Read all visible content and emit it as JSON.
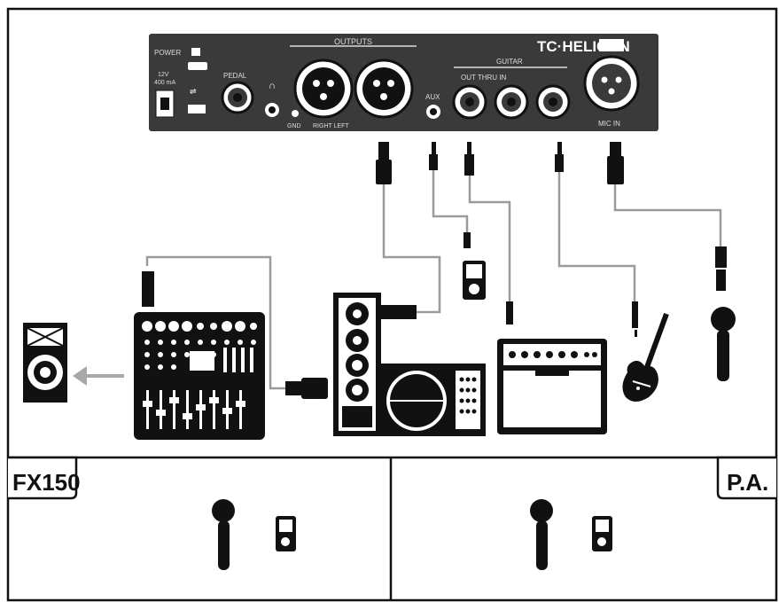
{
  "device": {
    "brand": "TC·HELICON",
    "power_label": "POWER",
    "power_volts": "12V",
    "power_current": "400 mA",
    "pedal_label": "PEDAL",
    "gnd_label": "GND",
    "outputs_label": "OUTPUTS",
    "outputs_sub": "RIGHT LEFT",
    "aux_label": "AUX",
    "guitar_label": "GUITAR",
    "guitar_sub": "OUT THRU IN",
    "mic_in_label": "MIC IN"
  },
  "panels": {
    "left_label": "FX150",
    "right_label": "P.A."
  },
  "colors": {
    "device_panel": "#3a3a3a",
    "cable": "#9a9a9a",
    "ink": "#111111",
    "arrow": "#a8a8a8"
  },
  "icons": [
    "xlr-connector-icon",
    "jack-connector-icon",
    "mp3-player-icon",
    "microphone-icon",
    "guitar-icon",
    "speaker-icon",
    "mixer-icon",
    "amplifier-icon",
    "monitor-icon"
  ]
}
